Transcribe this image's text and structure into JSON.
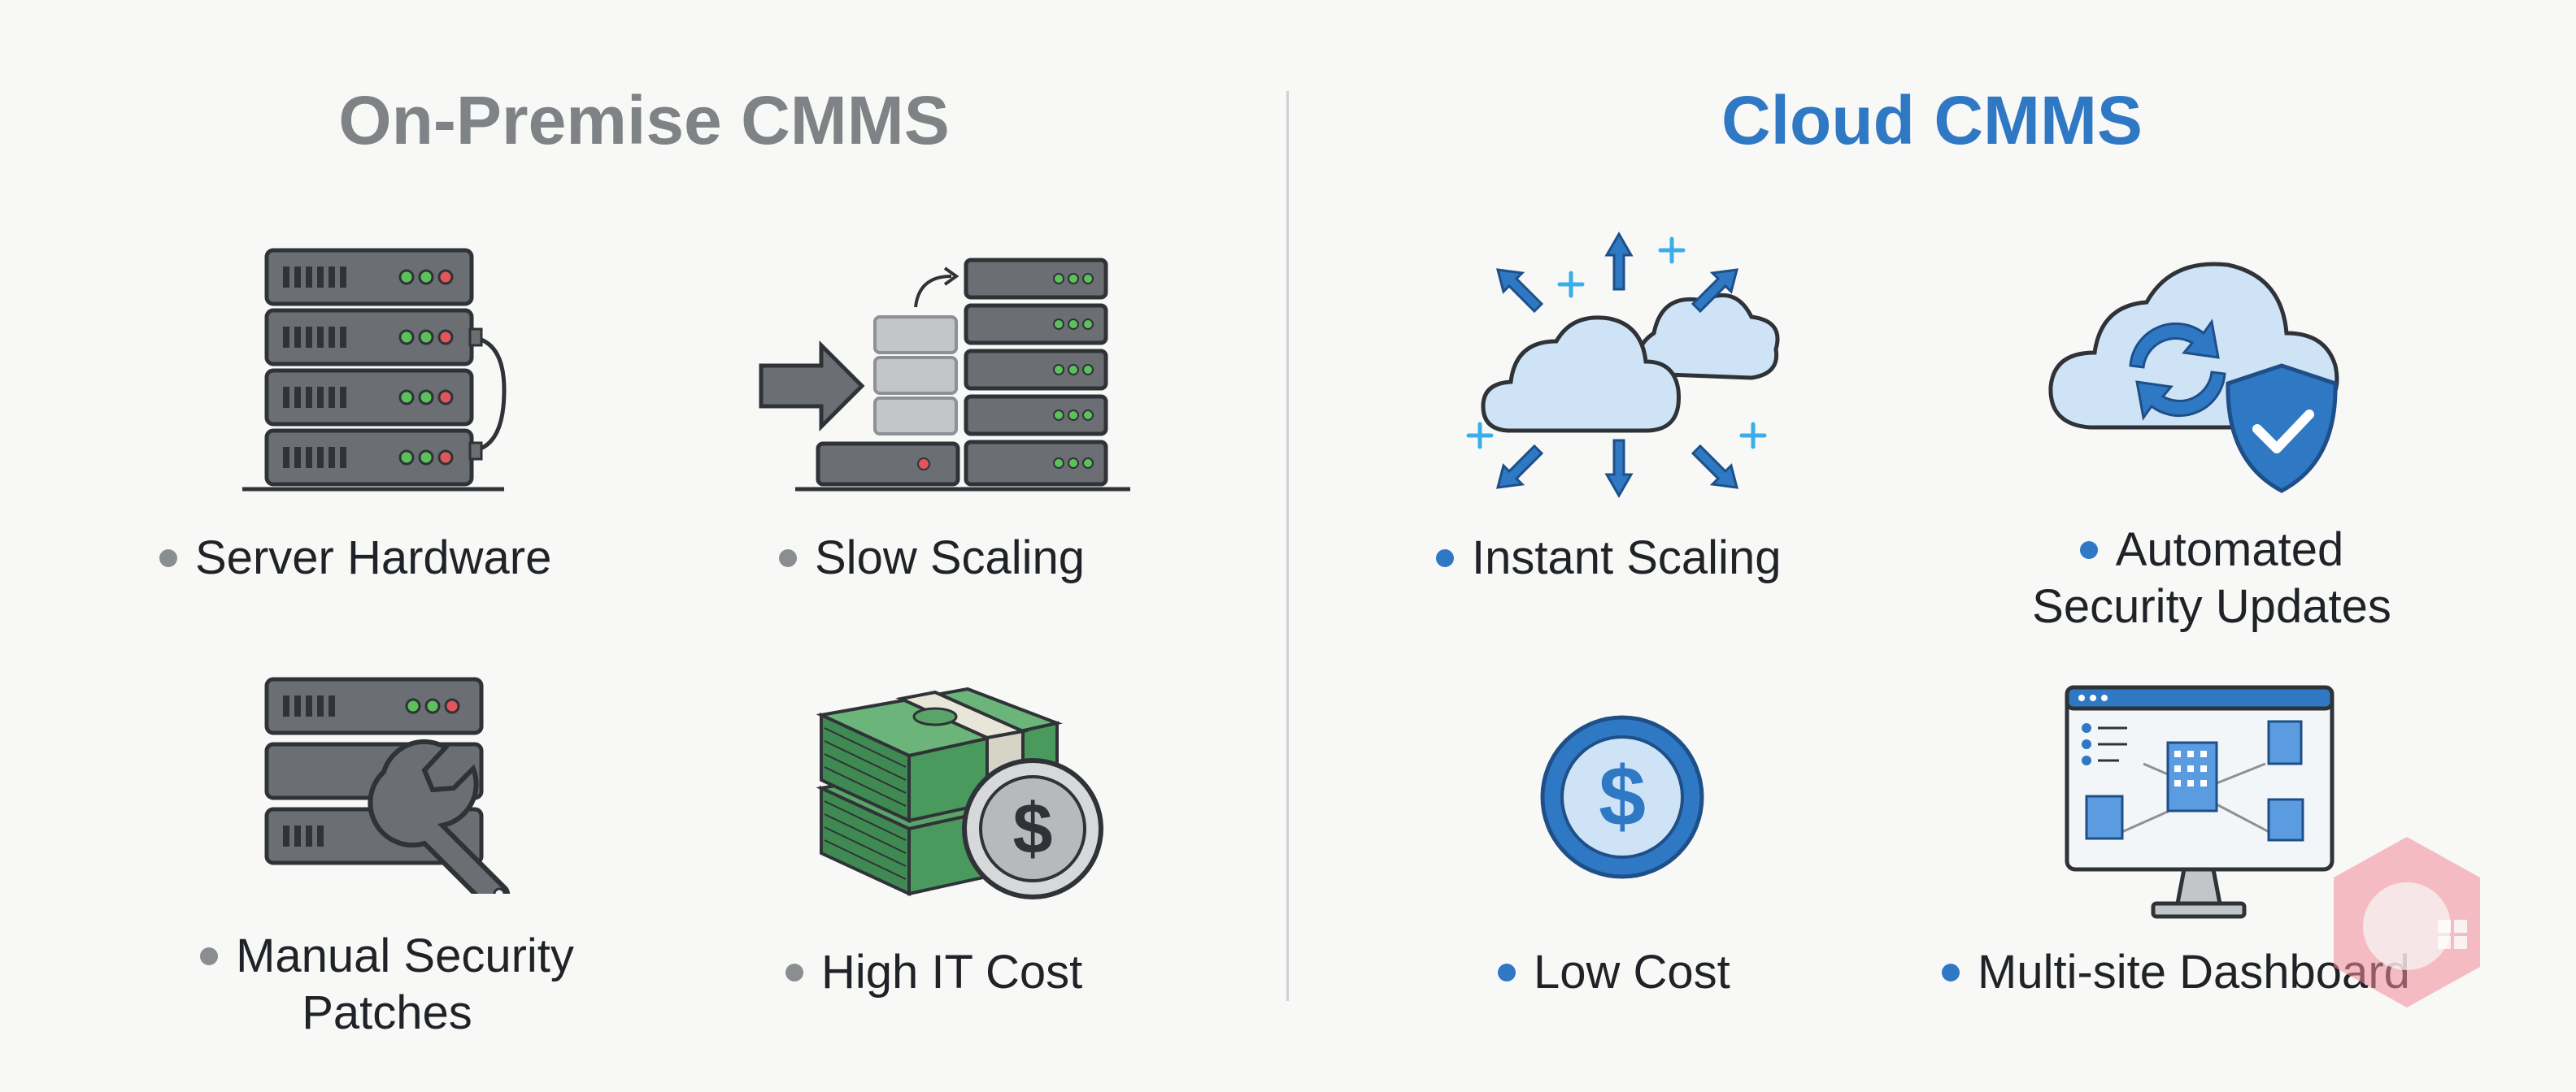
{
  "left": {
    "title": "On-Premise CMMS",
    "items": [
      {
        "label": "Server Hardware",
        "icon": "server-rack-icon"
      },
      {
        "label": "Slow Scaling",
        "icon": "slow-scaling-icon"
      },
      {
        "label_line1": "Manual Security",
        "label_line2": "Patches",
        "icon": "server-wrench-icon"
      },
      {
        "label": "High IT Cost",
        "icon": "money-stack-icon"
      }
    ]
  },
  "right": {
    "title": "Cloud CMMS",
    "items": [
      {
        "label": "Instant Scaling",
        "icon": "cloud-scaling-icon"
      },
      {
        "label_line1": "Automated",
        "label_line2": "Security Updates",
        "icon": "cloud-shield-icon"
      },
      {
        "label": "Low Cost",
        "icon": "dollar-coin-icon"
      },
      {
        "label": "Multi-site Dashboard",
        "icon": "dashboard-monitor-icon"
      }
    ]
  },
  "colors": {
    "gray_title": "#7f8386",
    "blue_title": "#2f78c4",
    "server_gray": "#6b6f74",
    "money_green": "#5aa469",
    "cloud_blue": "#cfe3f7"
  }
}
